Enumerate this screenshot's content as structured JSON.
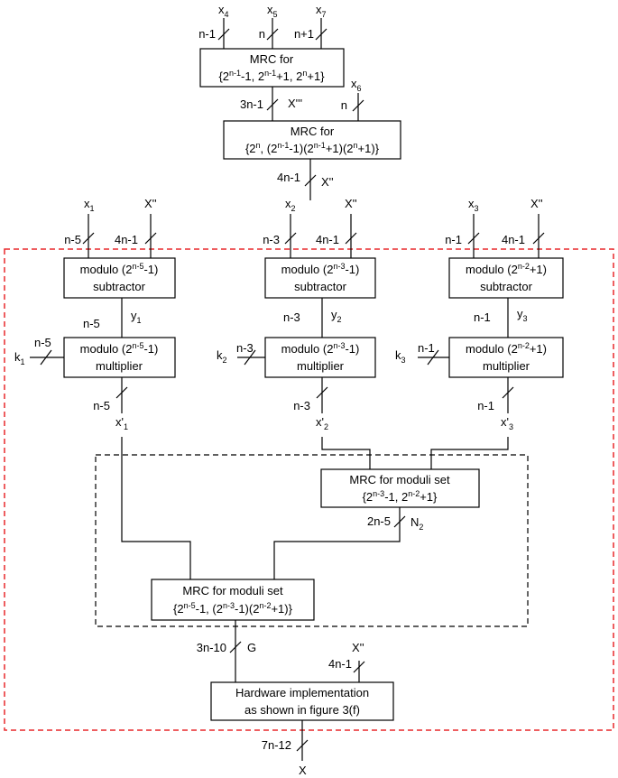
{
  "inputs": {
    "x4": {
      "base": "x",
      "sub": "4"
    },
    "x5": {
      "base": "x",
      "sub": "5"
    },
    "x7": {
      "base": "x",
      "sub": "7"
    },
    "x6": {
      "base": "x",
      "sub": "6"
    },
    "x1": {
      "base": "x",
      "sub": "1"
    },
    "x2": {
      "base": "x",
      "sub": "2"
    },
    "x3": {
      "base": "x",
      "sub": "3"
    },
    "X2_a": "X''",
    "X2_b": "X''",
    "X2_c": "X''",
    "X2_d": "X''",
    "k1": {
      "base": "k",
      "sub": "1"
    },
    "k2": {
      "base": "k",
      "sub": "2"
    },
    "k3": {
      "base": "k",
      "sub": "3"
    }
  },
  "widths": {
    "x4": "n-1",
    "x5": "n",
    "x7": "n+1",
    "x6": "n",
    "x3p": "3n-1",
    "x2p_out": "4n-1",
    "x1_in": "n-5",
    "X2_in1": "4n-1",
    "x2_in": "n-3",
    "X2_in2": "4n-1",
    "x3_in": "n-1",
    "X2_in3": "4n-1",
    "y1": "n-5",
    "y2": "n-3",
    "y3": "n-1",
    "k1": "n-5",
    "k2": "n-3",
    "k3": "n-1",
    "xp1": "n-5",
    "xp2": "n-3",
    "xp3": "n-1",
    "N2": "2n-5",
    "G": "3n-10",
    "X2_final": "4n-1",
    "X": "7n-12"
  },
  "signals": {
    "X3prime": "X'''",
    "X2prime": "X''",
    "y1": {
      "base": "y",
      "sub": "1"
    },
    "y2": {
      "base": "y",
      "sub": "2"
    },
    "y3": {
      "base": "y",
      "sub": "3"
    },
    "xp1": {
      "base": "x'",
      "sub": "1"
    },
    "xp2": {
      "base": "x'",
      "sub": "2"
    },
    "xp3": {
      "base": "x'",
      "sub": "3"
    },
    "N2": {
      "base": "N",
      "sub": "2"
    },
    "G": "G",
    "X": "X"
  },
  "blocks": {
    "mrc1": {
      "line1": "MRC  for",
      "line2": [
        {
          "t": "{2"
        },
        {
          "t": "n-1",
          "sup": true
        },
        {
          "t": "-1, 2"
        },
        {
          "t": "n-1",
          "sup": true
        },
        {
          "t": "+1, 2"
        },
        {
          "t": "n",
          "sup": true
        },
        {
          "t": "+1}"
        }
      ]
    },
    "mrc2": {
      "line1": "MRC for",
      "line2": [
        {
          "t": "{2"
        },
        {
          "t": "n",
          "sup": true
        },
        {
          "t": ", (2"
        },
        {
          "t": "n-1",
          "sup": true
        },
        {
          "t": "-1)(2"
        },
        {
          "t": "n-1",
          "sup": true
        },
        {
          "t": "+1)(2"
        },
        {
          "t": "n",
          "sup": true
        },
        {
          "t": "+1)}"
        }
      ]
    },
    "sub1": {
      "line1": [
        {
          "t": "modulo (2"
        },
        {
          "t": "n-5",
          "sup": true
        },
        {
          "t": "-1)"
        }
      ],
      "line2": "subtractor"
    },
    "sub2": {
      "line1": [
        {
          "t": "modulo (2"
        },
        {
          "t": "n-3",
          "sup": true
        },
        {
          "t": "-1)"
        }
      ],
      "line2": "subtractor"
    },
    "sub3": {
      "line1": [
        {
          "t": "modulo (2"
        },
        {
          "t": "n-2",
          "sup": true
        },
        {
          "t": "+1)"
        }
      ],
      "line2": "subtractor"
    },
    "mul1": {
      "line1": [
        {
          "t": "modulo (2"
        },
        {
          "t": "n-5",
          "sup": true
        },
        {
          "t": "-1)"
        }
      ],
      "line2": "multiplier"
    },
    "mul2": {
      "line1": [
        {
          "t": "modulo (2"
        },
        {
          "t": "n-3",
          "sup": true
        },
        {
          "t": "-1)"
        }
      ],
      "line2": "multiplier"
    },
    "mul3": {
      "line1": [
        {
          "t": "modulo (2"
        },
        {
          "t": "n-2",
          "sup": true
        },
        {
          "t": "+1)"
        }
      ],
      "line2": "multiplier"
    },
    "mrc3": {
      "line1": "MRC for moduli set",
      "line2": [
        {
          "t": "{2"
        },
        {
          "t": "n-3",
          "sup": true
        },
        {
          "t": "-1, 2"
        },
        {
          "t": "n-2",
          "sup": true
        },
        {
          "t": "+1}"
        }
      ]
    },
    "mrc4": {
      "line1": "MRC for moduli set",
      "line2": [
        {
          "t": "{2"
        },
        {
          "t": "n-5",
          "sup": true
        },
        {
          "t": "-1, (2"
        },
        {
          "t": "n-3",
          "sup": true
        },
        {
          "t": "-1)(2"
        },
        {
          "t": "n-2",
          "sup": true
        },
        {
          "t": "+1)}"
        }
      ]
    },
    "hw": {
      "line1": "Hardware implementation",
      "line2": "as shown in figure 3(f)"
    }
  },
  "colors": {
    "outer_border": "#e8282b",
    "inner_border": "#000000",
    "stroke": "#000000"
  }
}
